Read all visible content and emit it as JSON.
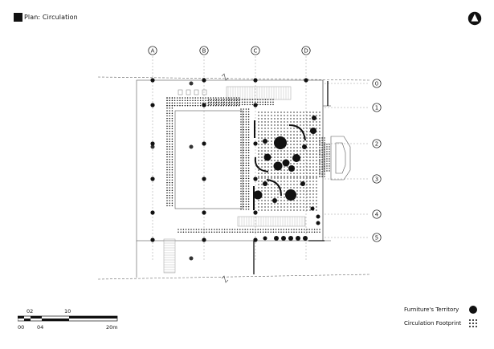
{
  "title": {
    "text": "Plan: Circulation"
  },
  "north_arrow": {
    "icon": "north-arrow-icon"
  },
  "grid": {
    "columns": [
      "A",
      "B",
      "C",
      "D"
    ],
    "rows": [
      "0",
      "1",
      "2",
      "3",
      "4",
      "5"
    ]
  },
  "legend": [
    {
      "label": "Furniture's Territory",
      "symbol": "solid-dot-icon"
    },
    {
      "label": "Circulation Footprint",
      "symbol": "dotted-square-icon"
    }
  ],
  "scale_bar": {
    "top_labels": [
      "02",
      "10"
    ],
    "bottom_labels": [
      "00",
      "04",
      "20m"
    ]
  },
  "colors": {
    "ink": "#111111",
    "line": "#333333",
    "hatch": "#9a9a9a"
  }
}
